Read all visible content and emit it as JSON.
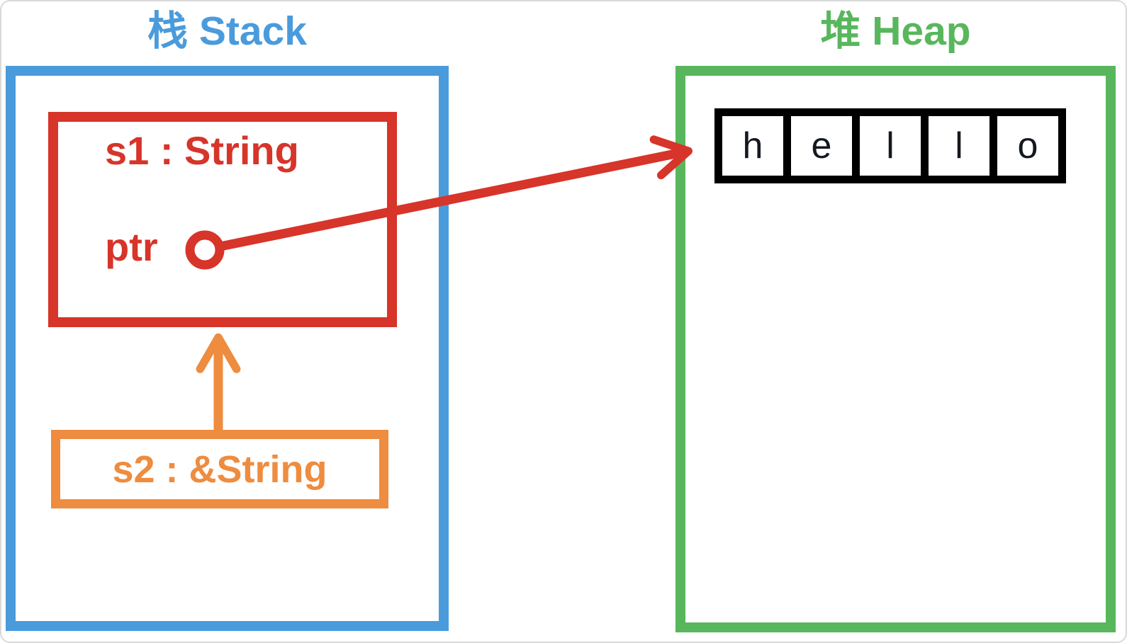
{
  "colors": {
    "stack_blue": "#4A9BDC",
    "heap_green": "#58B75C",
    "s1_red": "#D7342A",
    "s2_orange": "#EE8C3F",
    "cell_black": "#000000"
  },
  "stack": {
    "title": "栈 Stack",
    "s1": {
      "label": "s1 : String",
      "ptr_label": "ptr"
    },
    "s2": {
      "label": "s2 : &String"
    }
  },
  "heap": {
    "title": "堆 Heap",
    "cells": [
      "h",
      "e",
      "l",
      "l",
      "o"
    ]
  }
}
